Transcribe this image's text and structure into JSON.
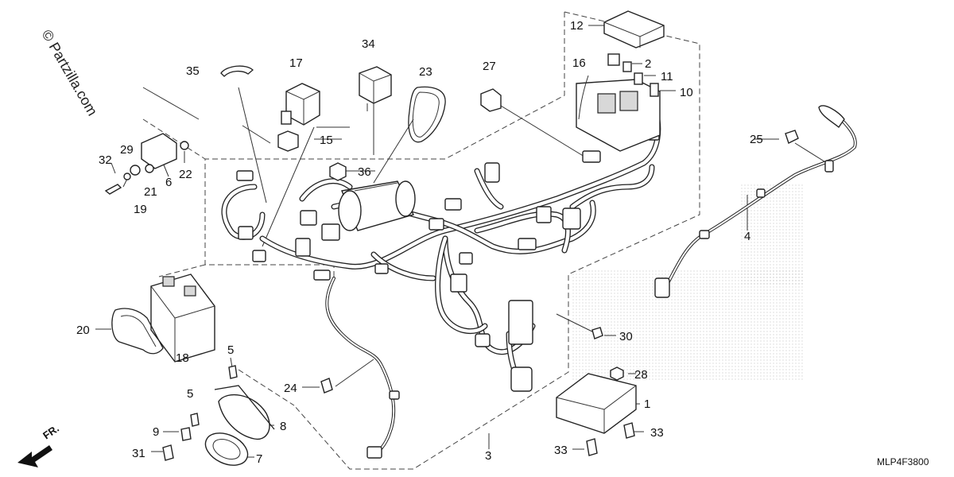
{
  "watermark": "© Partzilla.com",
  "reference_code": "MLP4F3800",
  "direction_label": "FR.",
  "callouts": {
    "c1": "1",
    "c2": "2",
    "c3": "3",
    "c4": "4",
    "c5a": "5",
    "c5b": "5",
    "c6": "6",
    "c7": "7",
    "c8": "8",
    "c9": "9",
    "c10": "10",
    "c11": "11",
    "c12": "12",
    "c15": "15",
    "c16": "16",
    "c17": "17",
    "c18": "18",
    "c19": "19",
    "c20": "20",
    "c21": "21",
    "c22": "22",
    "c23": "23",
    "c24": "24",
    "c25": "25",
    "c27": "27",
    "c28": "28",
    "c29": "29",
    "c30": "30",
    "c31": "31",
    "c32": "32",
    "c33a": "33",
    "c33b": "33",
    "c34": "34",
    "c35": "35",
    "c36": "36"
  },
  "icons": [
    "arrow-fr-icon"
  ]
}
